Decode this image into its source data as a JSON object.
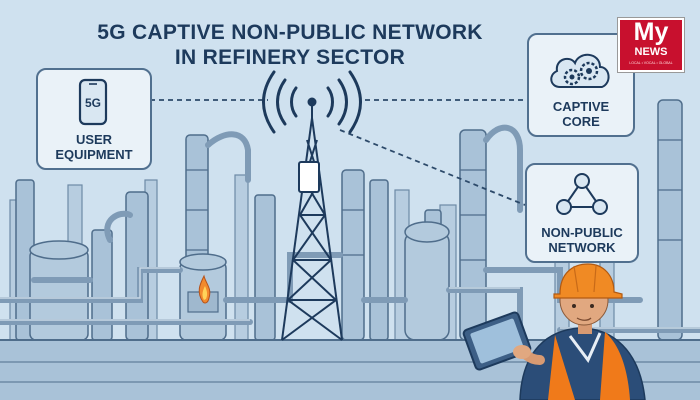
{
  "title": {
    "line1": "5G CAPTIVE NON-PUBLIC NETWORK",
    "line2": "IN REFINERY SECTOR"
  },
  "cards": {
    "user_equipment": {
      "badge": "5G",
      "line1": "USER",
      "line2": "EQUIPMENT",
      "icon": "smartphone-icon"
    },
    "captive_core": {
      "line1": "CAPTIVE",
      "line2": "CORE",
      "icon": "cloud-gears-icon"
    },
    "non_public_network": {
      "line1": "NON-PUBLIC",
      "line2": "NETWORK",
      "icon": "network-nodes-icon"
    }
  },
  "logo": {
    "text_my": "My",
    "text_news": "NEWS",
    "tagline": "LOCAL • VOCAL • GLOBAL"
  },
  "colors": {
    "background": "#cfe1ef",
    "ink": "#1d3a5c",
    "pipe": "#8fa9c2",
    "worker_helmet": "#f08a24",
    "worker_vest": "#f07a1a",
    "logo_red": "#c8102e"
  },
  "scene": {
    "icons": [
      "radio-tower-icon",
      "signal-waves-icon",
      "refinery-icon",
      "flame-icon",
      "worker-icon",
      "tablet-icon"
    ]
  }
}
